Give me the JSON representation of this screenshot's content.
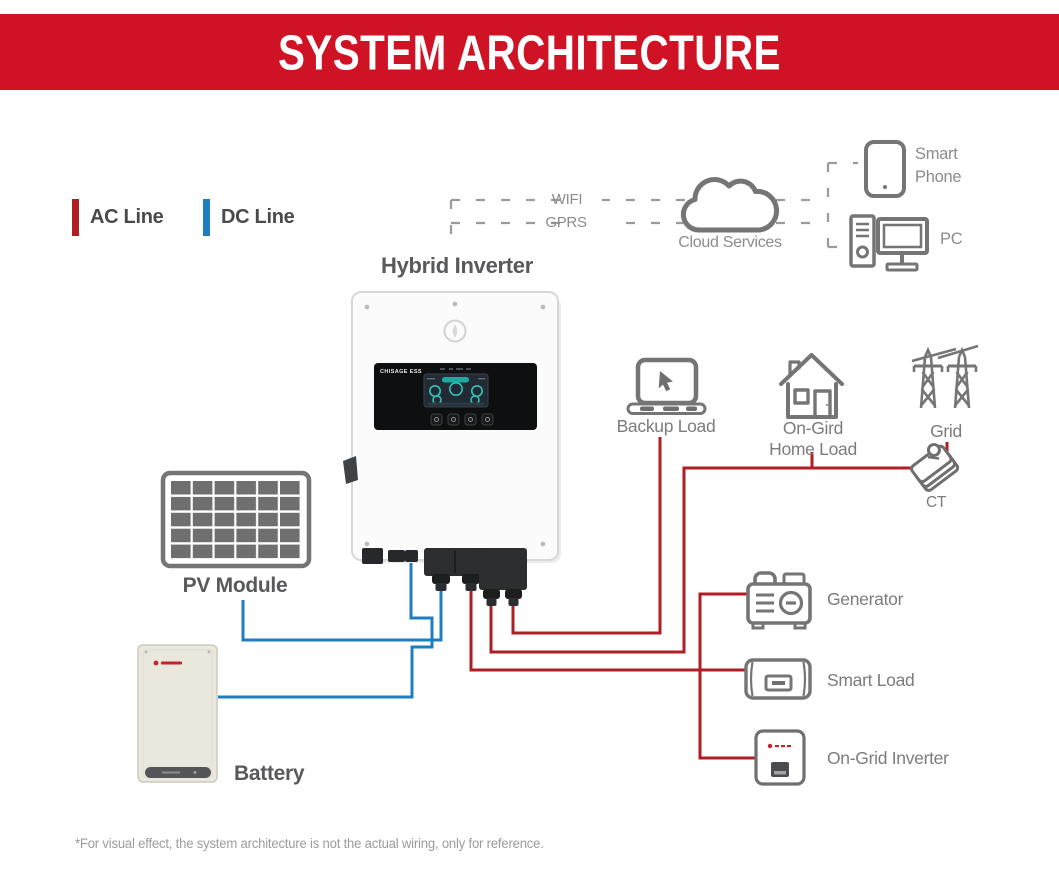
{
  "header": {
    "title": "SYSTEM ARCHITECTURE",
    "background": "#D01225",
    "text_color": "#FFFFFF"
  },
  "legend": {
    "ac": {
      "label": "AC Line",
      "color": "#B01E24"
    },
    "dc": {
      "label": "DC Line",
      "color": "#1F7EC0"
    }
  },
  "comms": {
    "wifi": "WIFI",
    "gprs": "GPRS",
    "cloud": "Cloud Services",
    "smart_phone": "Smart Phone",
    "pc": "PC"
  },
  "nodes": {
    "hybrid_inverter": {
      "label": "Hybrid Inverter",
      "panel_brand": "CHISAGE ESS"
    },
    "pv_module": {
      "label": "PV Module"
    },
    "battery": {
      "label": "Battery"
    },
    "backup_load": {
      "label": "Backup Load"
    },
    "home_load": {
      "line1": "On-Gird",
      "line2": "Home Load"
    },
    "grid": {
      "label": "Grid"
    },
    "ct": {
      "label": "CT"
    },
    "generator": {
      "label": "Generator"
    },
    "smart_load": {
      "label": "Smart Load"
    },
    "on_grid_inverter": {
      "label": "On-Grid Inverter"
    }
  },
  "colors": {
    "ac_line": "#B01E24",
    "dc_line": "#1F7EC0",
    "comm_dash": "#9B9B9B",
    "icon_gray": "#757575"
  },
  "footer": {
    "note": "*For visual effect, the system architecture is not the actual wiring, only for reference."
  }
}
